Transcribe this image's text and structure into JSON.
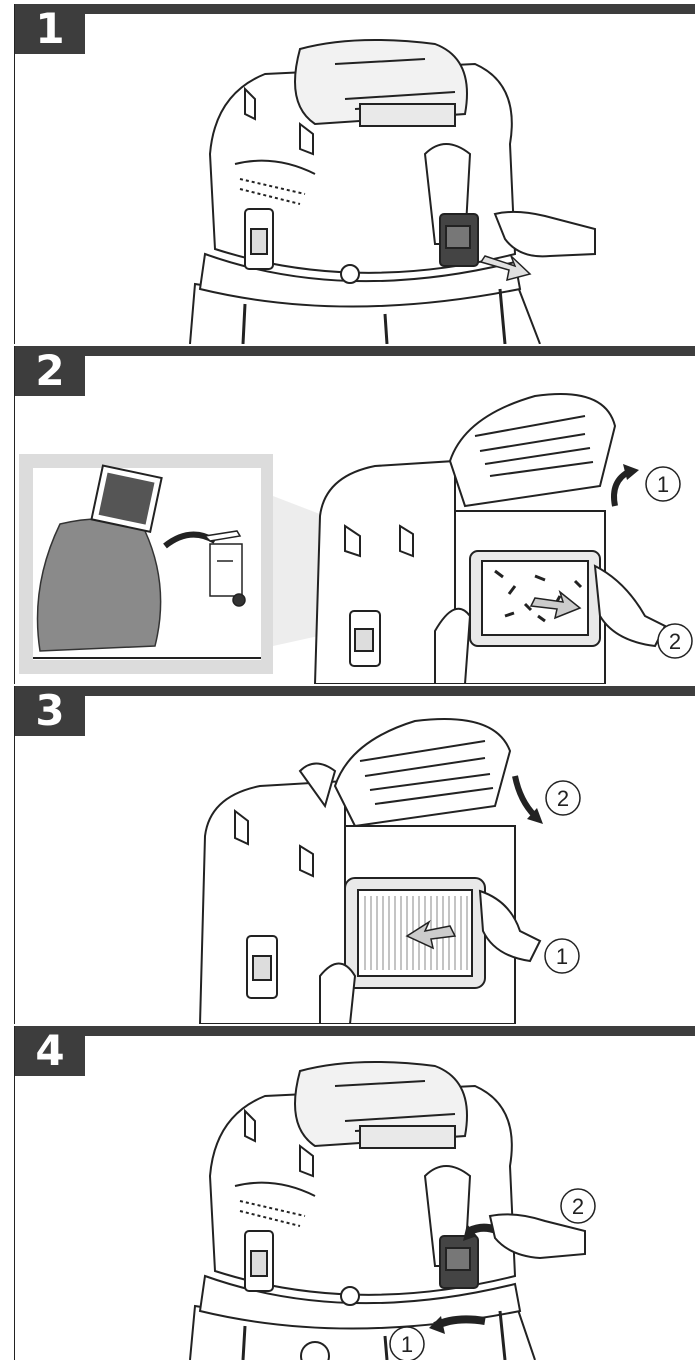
{
  "steps": [
    {
      "number": "1",
      "callouts": []
    },
    {
      "number": "2",
      "callouts": [
        "1",
        "2"
      ]
    },
    {
      "number": "3",
      "callouts": [
        "2",
        "1"
      ]
    },
    {
      "number": "4",
      "callouts": [
        "2",
        "1"
      ]
    }
  ],
  "colors": {
    "bar": "#3d3d3d",
    "line": "#222222",
    "fill_light": "#e9e9e9",
    "inset_bg": "#dcdcdc",
    "bag": "#8a8a8a"
  },
  "icons": [
    "vacuum-illustration",
    "hand-icon",
    "arrow-icon",
    "filter-icon",
    "bag-icon",
    "trash-bin-icon"
  ]
}
